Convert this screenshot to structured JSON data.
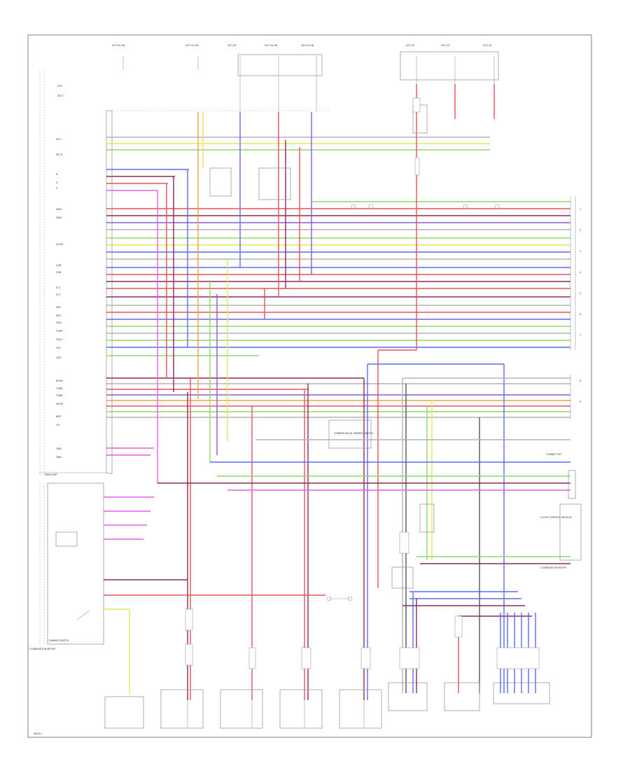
{
  "colors": {
    "red": "#e8505a",
    "pink": "#f08c9a",
    "blue": "#5b6df0",
    "violet": "#8a5ad6",
    "green": "#8ed86a",
    "yellow": "#e6e65a",
    "orange": "#f0a040",
    "gray": "#b4b4b4",
    "black": "#555555",
    "maroon": "#8a2a5a",
    "brown": "#a0603a",
    "magenta": "#e060e0"
  },
  "labels": {
    "main_unit": "MAIN UNIT",
    "center_box": "DIMMER RELAY DIMMER SWITCH",
    "lower_left": "DIMMER SWITCH",
    "lower_left_cap": "COMBINATION METER",
    "right_connector": "CONNECTOR",
    "right_box1": "CLOCK CONTROL MODULE",
    "right_box2": "COMBINATION METER"
  }
}
